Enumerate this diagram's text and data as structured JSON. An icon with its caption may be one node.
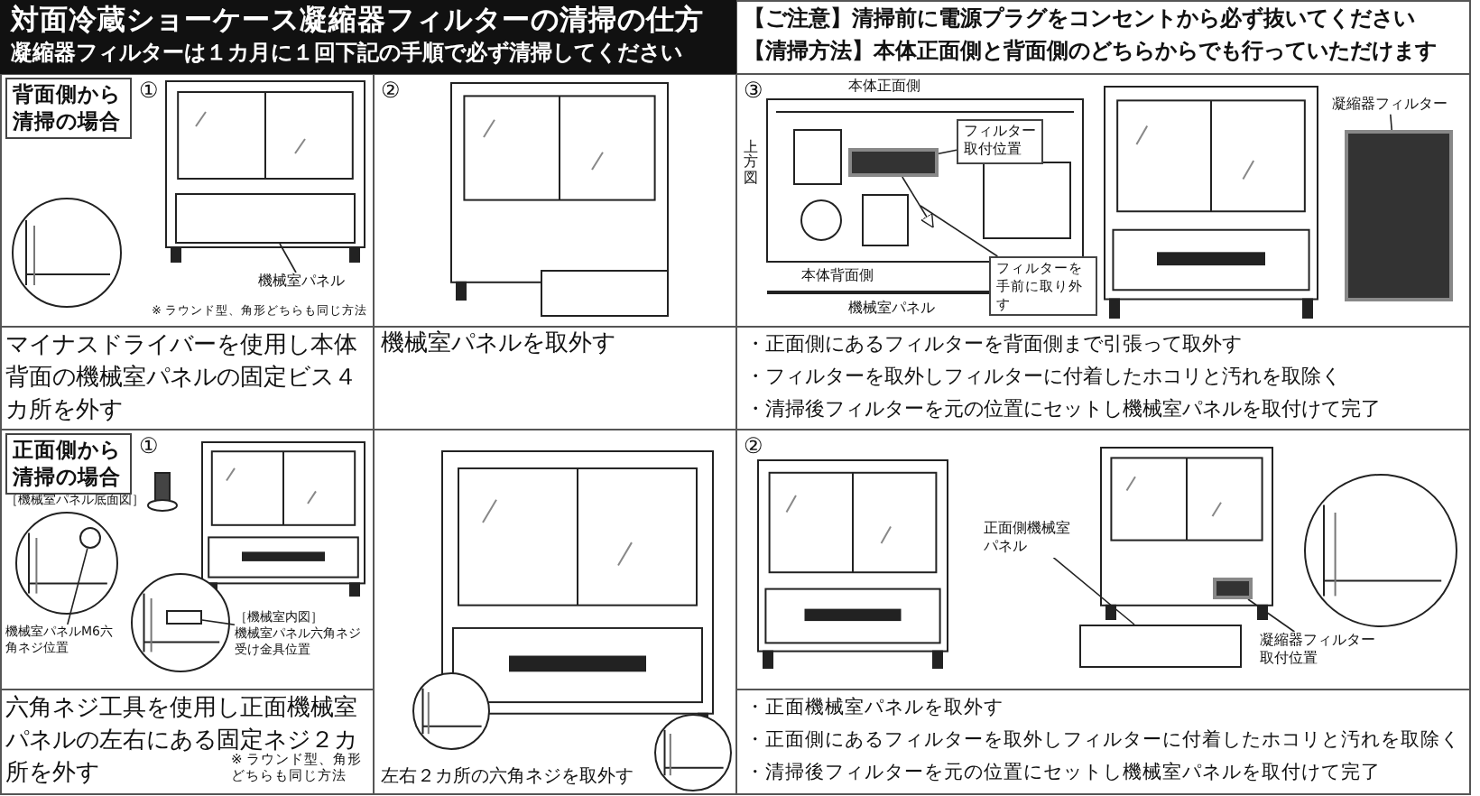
{
  "diagram": {
    "title": "対面冷蔵ショーケース凝縮器フィルターの清掃の仕方",
    "nodes": [
      {
        "text": [
          "背面側から清掃の場合"
        ],
        "beside": [
          "①"
        ]
      },
      {
        "text": [
          "機械室パネル"
        ]
      },
      {
        "text": [],
        "shape": "box"
      },
      {
        "text": [
          "フィルター取付位置"
        ]
      },
      {
        "text": [],
        "shape": "box"
      },
      {
        "text": [
          "フィルターを手前に取り外す"
        ]
      },
      {
        "text": [
          "凝縮器フィルター"
        ]
      },
      {
        "text": [],
        "shape": "box"
      },
      {
        "text": [
          "正面側から清掃の場合"
        ],
        "beside": [
          "①"
        ]
      },
      {
        "text": [
          "機械室パネルM6六角ネジ位置"
        ]
      },
      {
        "text": [],
        "shape": "circle"
      },
      {
        "text": [
          "［機械室内図］",
          "機械室パネル六角ネジ受け金具位置"
        ]
      },
      {
        "text": [],
        "shape": "box"
      },
      {
        "text": [
          "正面側機械室パネル"
        ]
      },
      {
        "text": [],
        "shape": "box"
      },
      {
        "text": [
          "凝縮器フィルター取付位置"
        ]
      },
      {
        "text": [],
        "shape": "box"
      }
    ],
    "edges": [
      {
        "from": 1,
        "to": 2,
        "arrow": "none"
      },
      {
        "from": 3,
        "to": 4,
        "arrow": "none"
      },
      {
        "from": 4,
        "to": null,
        "arrow": "to"
      },
      {
        "from": 5,
        "to": null,
        "arrow": "none"
      },
      {
        "from": 6,
        "to": 7,
        "arrow": "none"
      },
      {
        "from": 9,
        "to": 10,
        "arrow": "none"
      },
      {
        "from": 11,
        "to": 12,
        "arrow": "none"
      },
      {
        "from": 13,
        "to": 14,
        "arrow": "none"
      },
      {
        "from": 15,
        "to": 16,
        "arrow": "none"
      }
    ],
    "labels": [
      "凝縮器フィルターは１カ月に１回下記の手順で必ず清掃してください",
      "【ご注意】清掃前に電源プラグをコンセントから必ず抜いてください",
      "【清掃方法】本体正面側と背面側のどちらからでも行っていただけます",
      "②",
      "③",
      "本体正面側",
      "上方図",
      "本体背面側",
      "※ ラウンド型、角形どちらも同じ方法",
      "機械室パネル",
      "マイナスドライバーを使用し本体背面の機械室パネルの固定ビス４カ所を外す",
      "機械室パネルを取外す",
      "・正面側にあるフィルターを背面側まで引張って取外す",
      "・フィルターを取外しフィルターに付着したホコリと汚れを取除く",
      "・清掃後フィルターを元の位置にセットし機械室パネルを取付けて完了",
      "②",
      "［機械室パネル底面図］",
      "六角ネジ工具を使用し正面機械室パネルの左右にある固定ネジ２カ所を外す",
      "※ ラウンド型、角形どちらも同じ方法",
      "左右２カ所の六角ネジを取外す",
      "・正面機械室パネルを取外す",
      "・正面側にあるフィルターを取外しフィルターに付着したホコリと汚れを取除く",
      "・清掃後フィルターを元の位置にセットし機械室パネルを取付けて完了"
    ]
  }
}
